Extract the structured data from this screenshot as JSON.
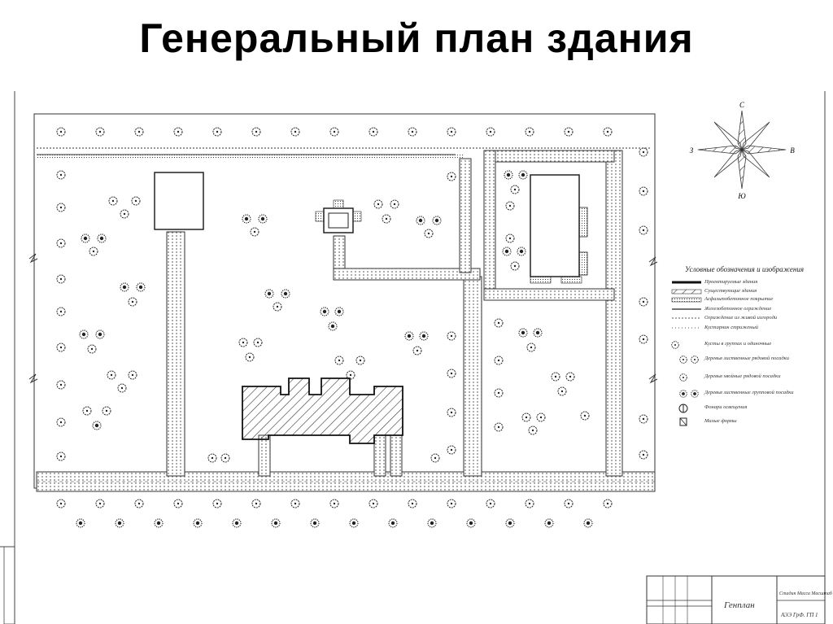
{
  "title": "Генеральный план здания",
  "compass": {
    "north": "С",
    "south": "Ю",
    "east": "В",
    "west": "З"
  },
  "legend": {
    "heading": "Условные обозначения и изображения",
    "items": [
      "Проектируемые здания",
      "Существующие здания",
      "Асфальтобетонное покрытие",
      "Железобетонное ограждение",
      "Ограждение из живой изгороди",
      "Кустарник стриженый",
      "Кусты в группах и одиночные",
      "Деревья лиственные рядовой посадки",
      "Деревья хвойные рядовой посадки",
      "Деревья лиственные групповой посадки",
      "Фонари освещения",
      "Малые формы"
    ]
  },
  "stamp": {
    "sheet_name": "Генплан",
    "right_top": "Стадия  Масса  Масштаб",
    "right_bottom": "АЭЭ ГрФ. ГП 1"
  }
}
